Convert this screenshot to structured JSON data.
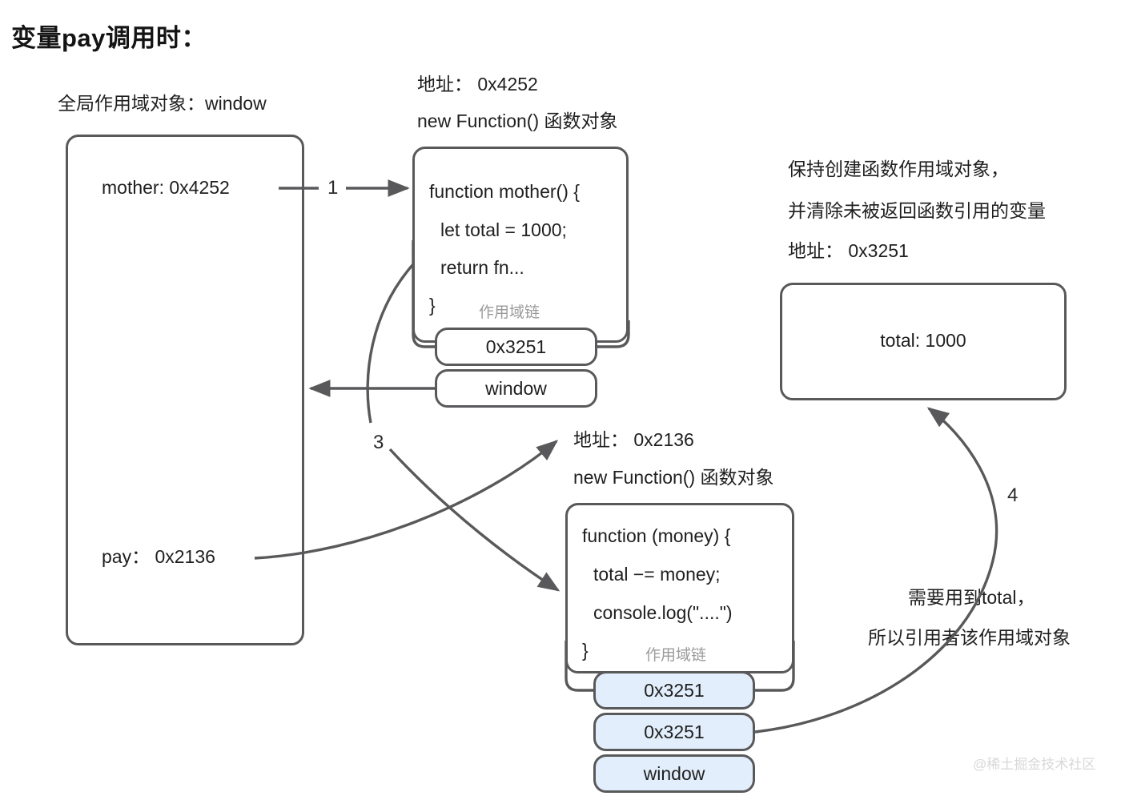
{
  "title": "变量pay调用时：",
  "global_scope": {
    "caption": "全局作用域对象：window",
    "entries": [
      {
        "label": "mother: 0x4252"
      },
      {
        "label": "pay：  0x2136"
      }
    ]
  },
  "mother_function": {
    "address_label": "地址： 0x4252",
    "object_label": "new Function() 函数对象",
    "code": [
      "function mother() {",
      "let total = 1000;",
      "return fn...",
      "}"
    ],
    "scope_chain_label": "作用域链",
    "scope_chain": [
      {
        "label": "0x3251",
        "highlight": false
      },
      {
        "label": "window",
        "highlight": false
      }
    ]
  },
  "pay_function": {
    "address_label": "地址：  0x2136",
    "object_label": "new Function() 函数对象",
    "code": [
      "function (money) {",
      "total −= money;",
      "console.log(\"....\")",
      "}"
    ],
    "scope_chain_label": "作用域链",
    "scope_chain": [
      {
        "label": "0x3251",
        "highlight": true
      },
      {
        "label": "0x3251",
        "highlight": true
      },
      {
        "label": "window",
        "highlight": true
      }
    ]
  },
  "closure_scope": {
    "note_line1": "保持创建函数作用域对象，",
    "note_line2": "并清除未被返回函数引用的变量",
    "address_label": "地址： 0x3251",
    "contents": "total: 1000"
  },
  "annotations": {
    "note_total_line1": "需要用到total，",
    "note_total_line2": "所以引用者该作用域对象",
    "step1": "1",
    "step3": "3",
    "step4": "4"
  },
  "watermark": "@稀土掘金技术社区",
  "colors": {
    "stroke": "#59595b",
    "chip_highlight": "#e2eefb",
    "muted_text": "#9b9b9b",
    "watermark": "#d8d8d8"
  }
}
